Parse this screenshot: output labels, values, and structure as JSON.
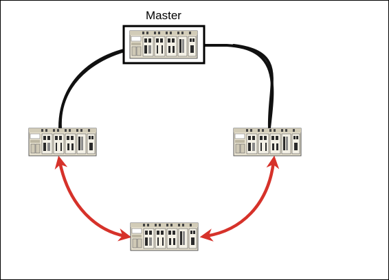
{
  "diagram": {
    "master_label": "Master",
    "colors": {
      "ring": "#111111",
      "arrow": "#d6322a",
      "device_body": "#e7e1cf",
      "device_dark": "#2b2b2b",
      "frame": "#000000"
    },
    "nodes": [
      {
        "role": "master-switch",
        "icon": "managed-switch-icon"
      },
      {
        "role": "left-switch",
        "icon": "managed-switch-icon"
      },
      {
        "role": "right-switch",
        "icon": "managed-switch-icon"
      },
      {
        "role": "bottom-switch",
        "icon": "managed-switch-icon"
      }
    ]
  }
}
